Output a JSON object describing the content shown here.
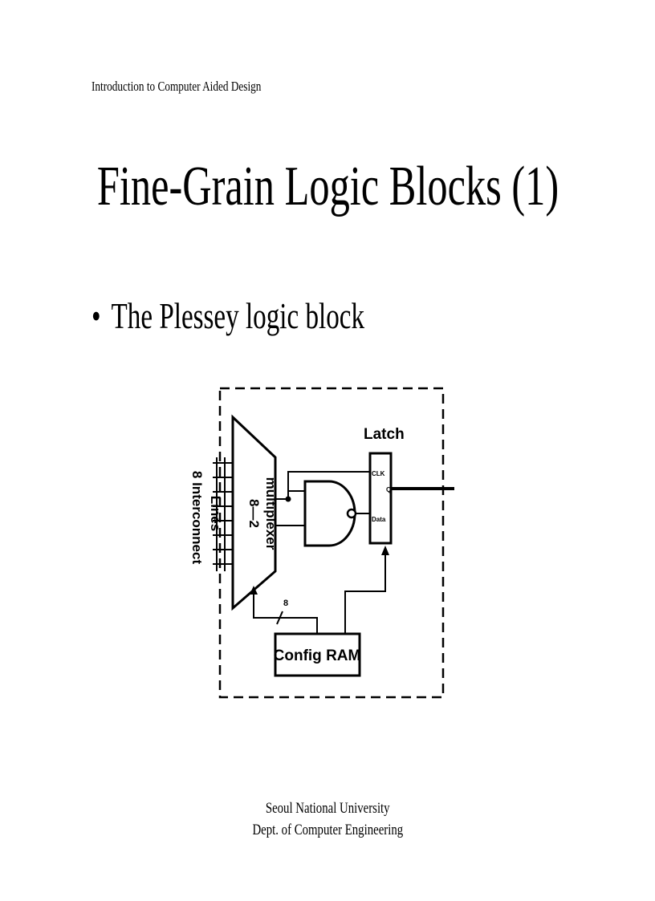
{
  "header": {
    "course": "Introduction to Computer Aided Design"
  },
  "slide": {
    "title": "Fine-Grain Logic Blocks (1)",
    "bullets": [
      {
        "marker": "•",
        "text": "The Plessey logic block"
      }
    ]
  },
  "figure": {
    "interconnect_label": "8 Interconnect",
    "lines_label": "Lines",
    "mux_label_top": "8—2",
    "mux_label_bottom": "multiplexer",
    "latch_label": "Latch",
    "clk_label": "CLK",
    "q_label": "Q",
    "data_label": "Data",
    "config_label": "Config RAM",
    "bus_width_label": "8"
  },
  "footer": {
    "line1": "Seoul National University",
    "line2": "Dept. of Computer Engineering"
  }
}
